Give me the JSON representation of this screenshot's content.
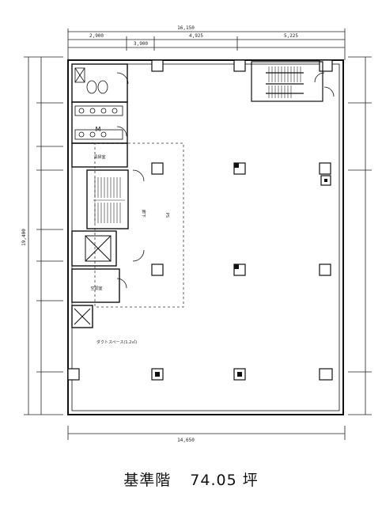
{
  "caption": {
    "floor_label": "基準階",
    "area": "74.05",
    "unit": "坪"
  },
  "dimensions": {
    "top_total": "16,150",
    "top_segments": [
      "2,900",
      "3,900",
      "4,925",
      "5,225"
    ],
    "bottom_total": "14,650",
    "left_total": "19,400"
  },
  "rooms": {
    "wc_men": "M",
    "cleaning": "清掃室",
    "hall": "廊下",
    "air_room": "空調室",
    "ps": "PS",
    "note": "ダクトスペース(1.2㎡)"
  }
}
